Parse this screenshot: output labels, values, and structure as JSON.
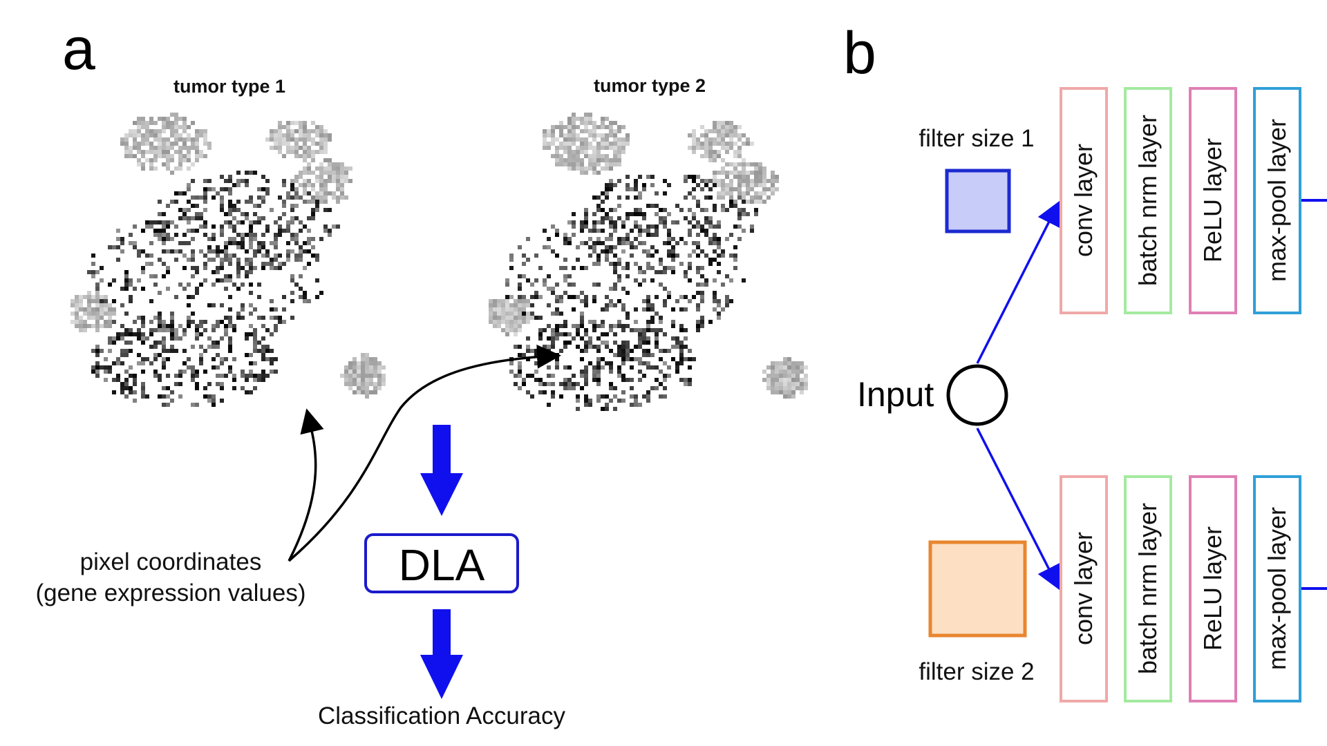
{
  "panel_a": {
    "letter": "a",
    "heatmap_1_title": "tumor type 1",
    "heatmap_2_title": "tumor type 2",
    "pixel_label_line1": "pixel coordinates",
    "pixel_label_line2": "(gene expression values)",
    "dla_label": "DLA",
    "output_label": "Classification Accuracy"
  },
  "panel_b": {
    "letter": "b",
    "input_label": "Input",
    "filter_1_label": "filter size 1",
    "filter_2_label": "filter size 2",
    "branch_top_layers": [
      "conv layer",
      "batch nrm layer",
      "ReLU layer",
      "max-pool layer"
    ],
    "branch_bottom_layers": [
      "conv layer",
      "batch nrm layer",
      "ReLU layer",
      "max-pool layer"
    ]
  },
  "colors": {
    "arrow_blue": "#1010ee",
    "dla_border": "#1a1acc",
    "filter_1_fill": "#c8ccf8",
    "filter_1_border": "#1c2ad0",
    "filter_2_fill": "#fde0c4",
    "filter_2_border": "#e8862e",
    "conv_layer": "#f0a8a8",
    "batch_nrm_layer": "#a4eaa0",
    "relu_layer": "#e07fb4",
    "max_pool_layer": "#2f9fd8"
  }
}
